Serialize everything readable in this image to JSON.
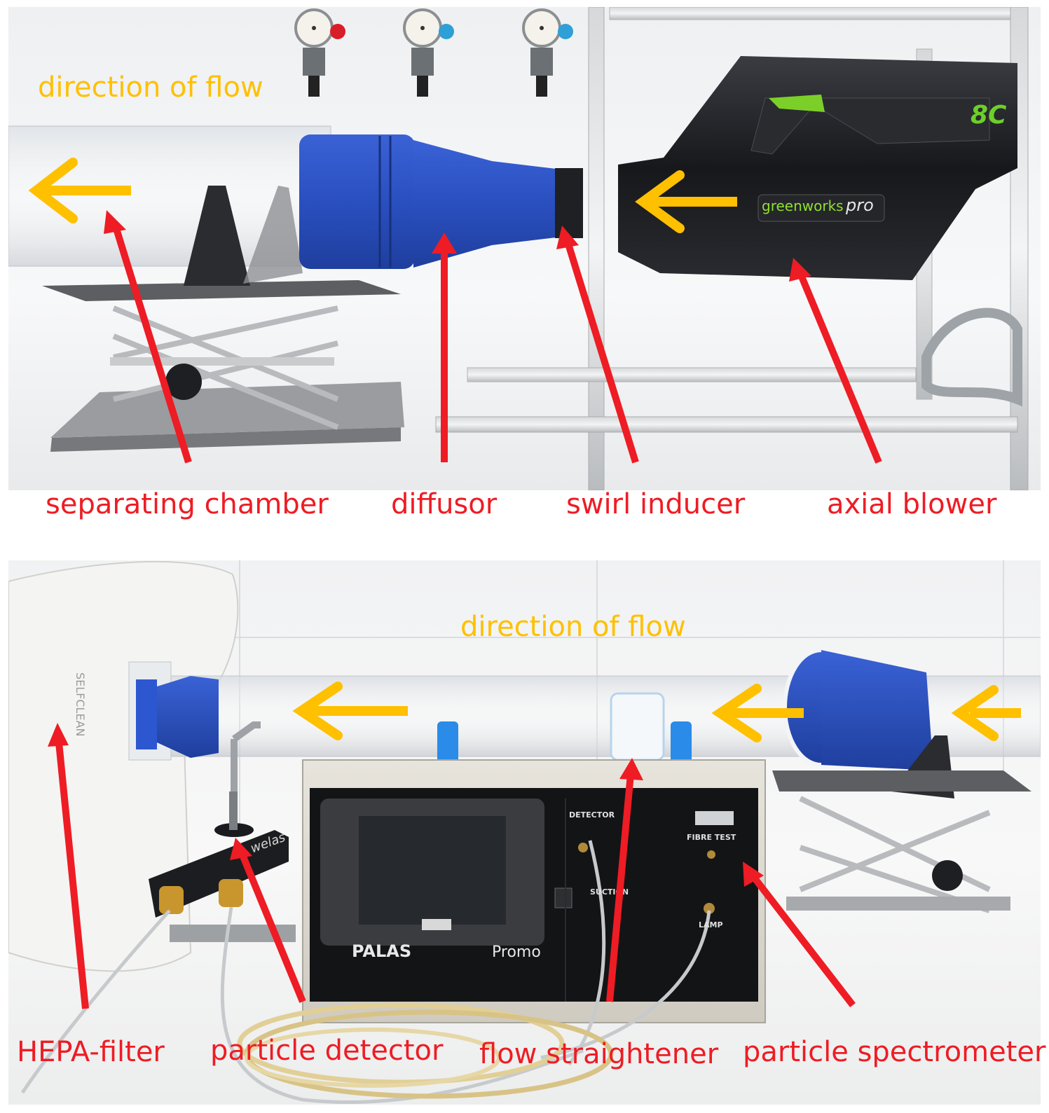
{
  "colors": {
    "label_red": "#ee1c24",
    "flow_orange": "#ffc000",
    "part_blue": "#2f56c8",
    "blower_black": "#1c1d20"
  },
  "top": {
    "flow_label": "direction of flow",
    "labels": {
      "separating_chamber": "separating chamber",
      "diffusor": "diffusor",
      "swirl_inducer": "swirl inducer",
      "axial_blower": "axial blower"
    },
    "brand": {
      "greenworks": "greenworks",
      "pro": "pro",
      "model": "8C"
    }
  },
  "bottom": {
    "flow_label": "direction of flow",
    "labels": {
      "hepa_filter": "HEPA-filter",
      "particle_detector": "particle detector",
      "flow_straightener": "flow straightener",
      "particle_spectrometer": "particle spectrometer"
    },
    "instrument": {
      "brand": "PALAS",
      "model": "Promo",
      "detector": "DETECTOR",
      "fibre_test": "FIBRE TEST",
      "suction": "SUCTION",
      "lamp": "LAMP",
      "welas": "welas",
      "bag_text": "SELFCLEAN"
    }
  }
}
